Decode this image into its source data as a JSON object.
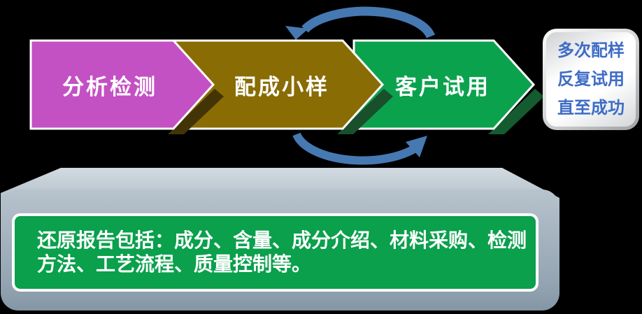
{
  "diagram": {
    "flow_steps": [
      {
        "label": "分析检测",
        "color": "#c351c3"
      },
      {
        "label": "配成小样",
        "color": "#8a6c04"
      },
      {
        "label": "客户试用",
        "color": "#0ba24e"
      }
    ],
    "cycle_arrow_color": "#4679b2",
    "side_note": {
      "lines": [
        "多次配样",
        "反复试用",
        "直至成功"
      ],
      "text_color": "#3e6cc6"
    },
    "report_box": {
      "lines": [
        "还原报告包括：成分、含量、成分介绍、材料采购、检测",
        "方法、工艺流程、质量控制等。"
      ],
      "fill_color": "#0aa04c",
      "text_color": "#ffffff"
    }
  }
}
